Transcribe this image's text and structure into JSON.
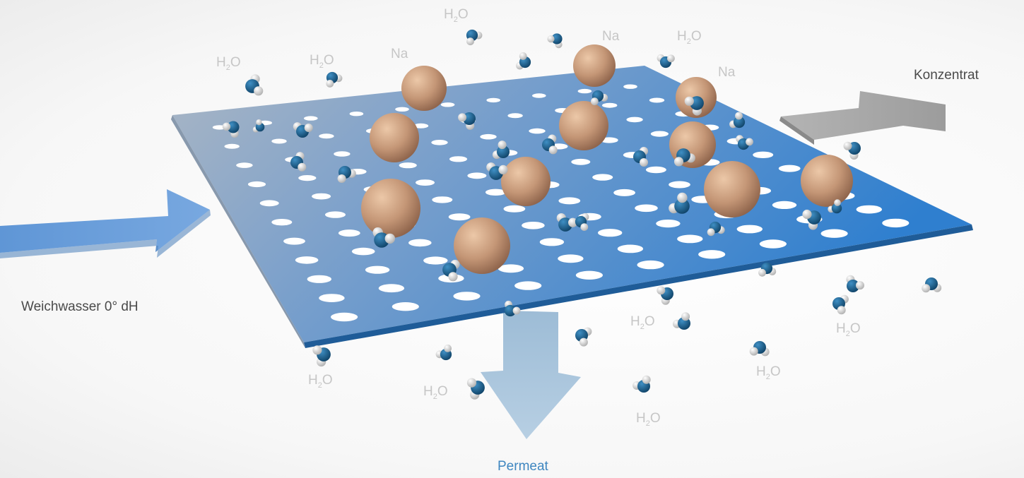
{
  "labels": {
    "feed": "Weichwasser 0° dH",
    "concentrate": "Konzentrat",
    "permeate": "Permeat"
  },
  "molecule_labels": {
    "water_prefix": "H",
    "water_subscript": "2",
    "water_suffix": "O",
    "sodium": "Na"
  },
  "colors": {
    "membrane": "#5a8fcc",
    "feed_arrow": "#6c9fd9",
    "concentrate_arrow": "#a9a9a9",
    "permeate_arrow": "#a6c3da",
    "sodium_ion": "#c69a7a",
    "water_oxygen": "#1c5f8c",
    "water_hydrogen": "#e6e6e6",
    "label_text": "#c6c6c6",
    "permeate_label": "#3e86c0"
  }
}
